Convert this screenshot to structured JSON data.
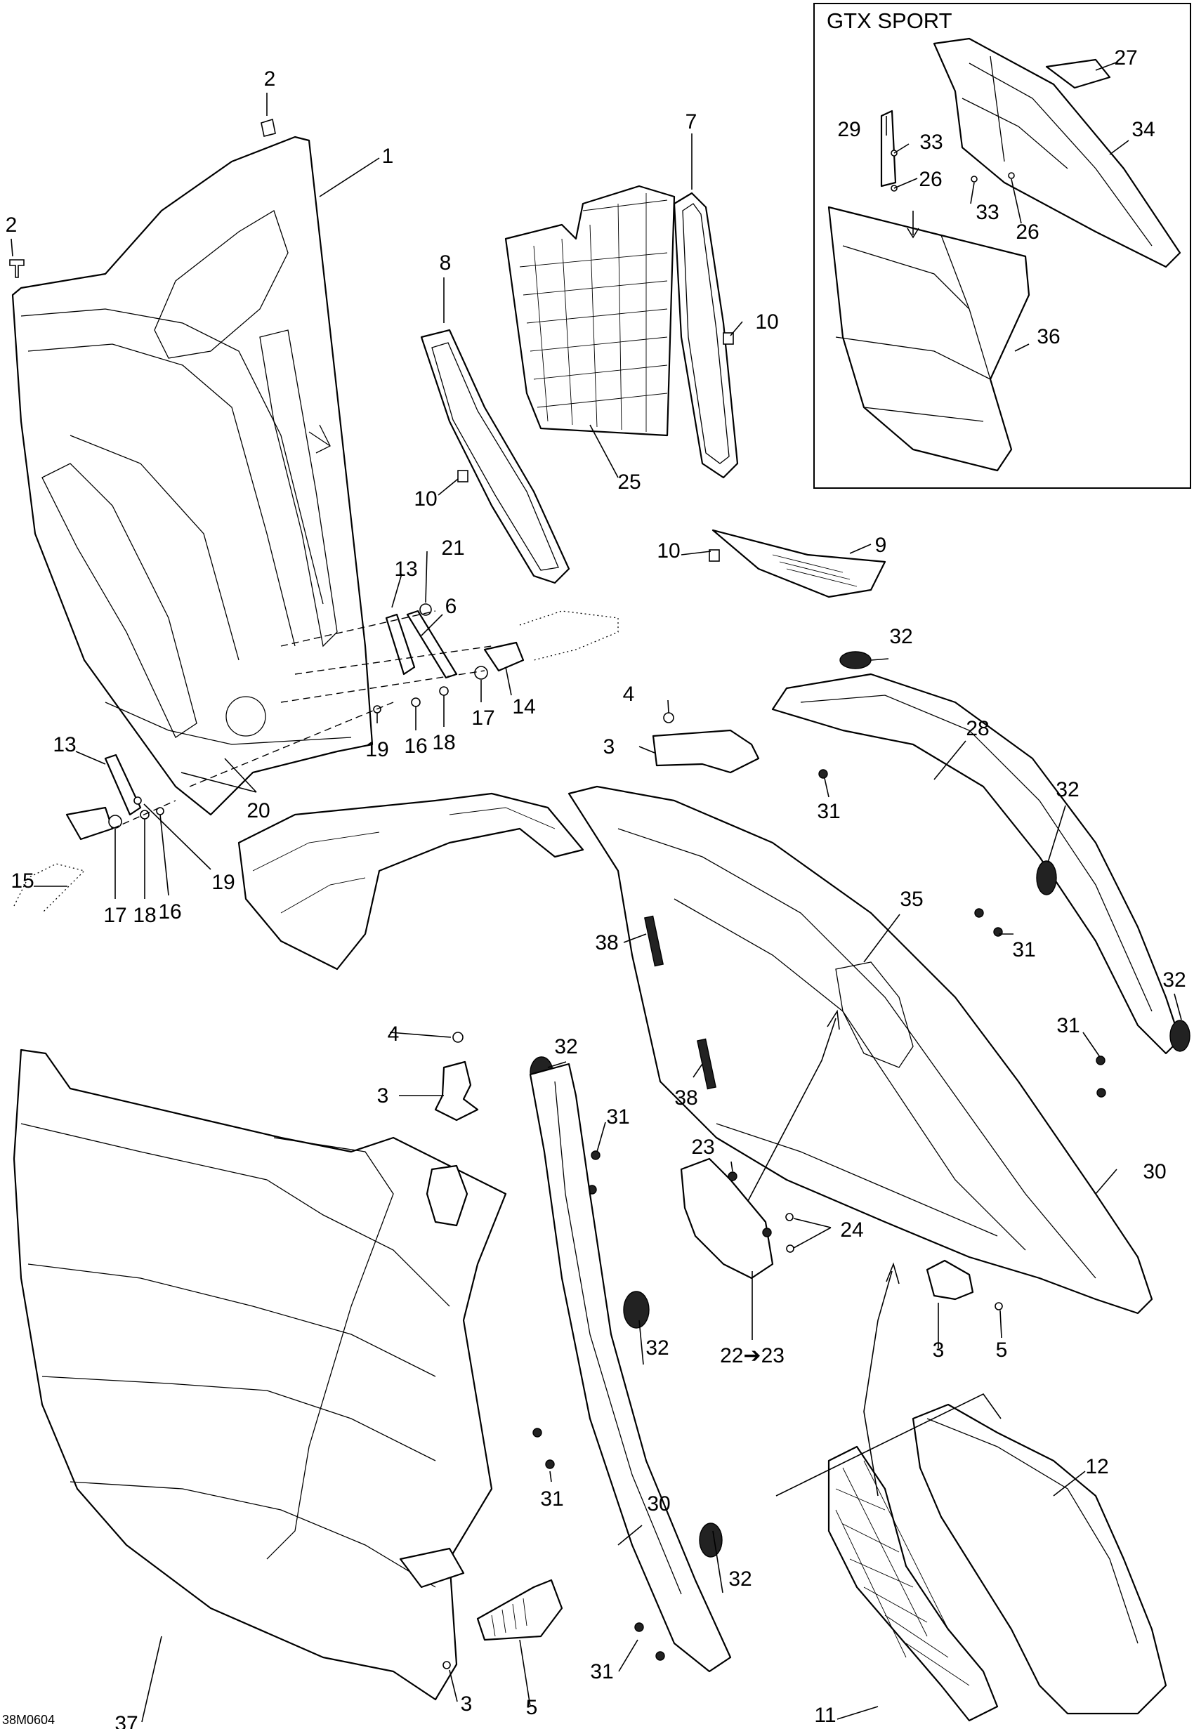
{
  "drawing_code": "38M0604",
  "inset_title": "GTX SPORT",
  "callouts": [
    {
      "id": "c-1",
      "text": "1"
    },
    {
      "id": "c-2a",
      "text": "2"
    },
    {
      "id": "c-2b",
      "text": "2"
    },
    {
      "id": "c-3a",
      "text": "3"
    },
    {
      "id": "c-3b",
      "text": "3"
    },
    {
      "id": "c-3c",
      "text": "3"
    },
    {
      "id": "c-3d",
      "text": "3"
    },
    {
      "id": "c-4a",
      "text": "4"
    },
    {
      "id": "c-4b",
      "text": "4"
    },
    {
      "id": "c-5a",
      "text": "5"
    },
    {
      "id": "c-5b",
      "text": "5"
    },
    {
      "id": "c-6",
      "text": "6"
    },
    {
      "id": "c-7",
      "text": "7"
    },
    {
      "id": "c-8",
      "text": "8"
    },
    {
      "id": "c-9",
      "text": "9"
    },
    {
      "id": "c-10a",
      "text": "10"
    },
    {
      "id": "c-10b",
      "text": "10"
    },
    {
      "id": "c-10c",
      "text": "10"
    },
    {
      "id": "c-11",
      "text": "11"
    },
    {
      "id": "c-12",
      "text": "12"
    },
    {
      "id": "c-13a",
      "text": "13"
    },
    {
      "id": "c-13b",
      "text": "13"
    },
    {
      "id": "c-14",
      "text": "14"
    },
    {
      "id": "c-15",
      "text": "15"
    },
    {
      "id": "c-16a",
      "text": "16"
    },
    {
      "id": "c-16b",
      "text": "16"
    },
    {
      "id": "c-17a",
      "text": "17"
    },
    {
      "id": "c-17b",
      "text": "17"
    },
    {
      "id": "c-18a",
      "text": "18"
    },
    {
      "id": "c-18b",
      "text": "18"
    },
    {
      "id": "c-19a",
      "text": "19"
    },
    {
      "id": "c-19b",
      "text": "19"
    },
    {
      "id": "c-20",
      "text": "20"
    },
    {
      "id": "c-21",
      "text": "21"
    },
    {
      "id": "c-22",
      "text": "22➔23"
    },
    {
      "id": "c-23",
      "text": "23"
    },
    {
      "id": "c-24",
      "text": "24"
    },
    {
      "id": "c-25",
      "text": "25"
    },
    {
      "id": "c-26a",
      "text": "26"
    },
    {
      "id": "c-26b",
      "text": "26"
    },
    {
      "id": "c-27",
      "text": "27"
    },
    {
      "id": "c-28",
      "text": "28"
    },
    {
      "id": "c-29",
      "text": "29"
    },
    {
      "id": "c-30a",
      "text": "30"
    },
    {
      "id": "c-30b",
      "text": "30"
    },
    {
      "id": "c-31a",
      "text": "31"
    },
    {
      "id": "c-31b",
      "text": "31"
    },
    {
      "id": "c-31c",
      "text": "31"
    },
    {
      "id": "c-31d",
      "text": "31"
    },
    {
      "id": "c-31e",
      "text": "31"
    },
    {
      "id": "c-31f",
      "text": "31"
    },
    {
      "id": "c-32a",
      "text": "32"
    },
    {
      "id": "c-32b",
      "text": "32"
    },
    {
      "id": "c-32c",
      "text": "32"
    },
    {
      "id": "c-32d",
      "text": "32"
    },
    {
      "id": "c-32e",
      "text": "32"
    },
    {
      "id": "c-32f",
      "text": "32"
    },
    {
      "id": "c-33a",
      "text": "33"
    },
    {
      "id": "c-33b",
      "text": "33"
    },
    {
      "id": "c-34",
      "text": "34"
    },
    {
      "id": "c-35",
      "text": "35"
    },
    {
      "id": "c-36",
      "text": "36"
    },
    {
      "id": "c-37",
      "text": "37"
    },
    {
      "id": "c-38a",
      "text": "38"
    },
    {
      "id": "c-38b",
      "text": "38"
    }
  ]
}
